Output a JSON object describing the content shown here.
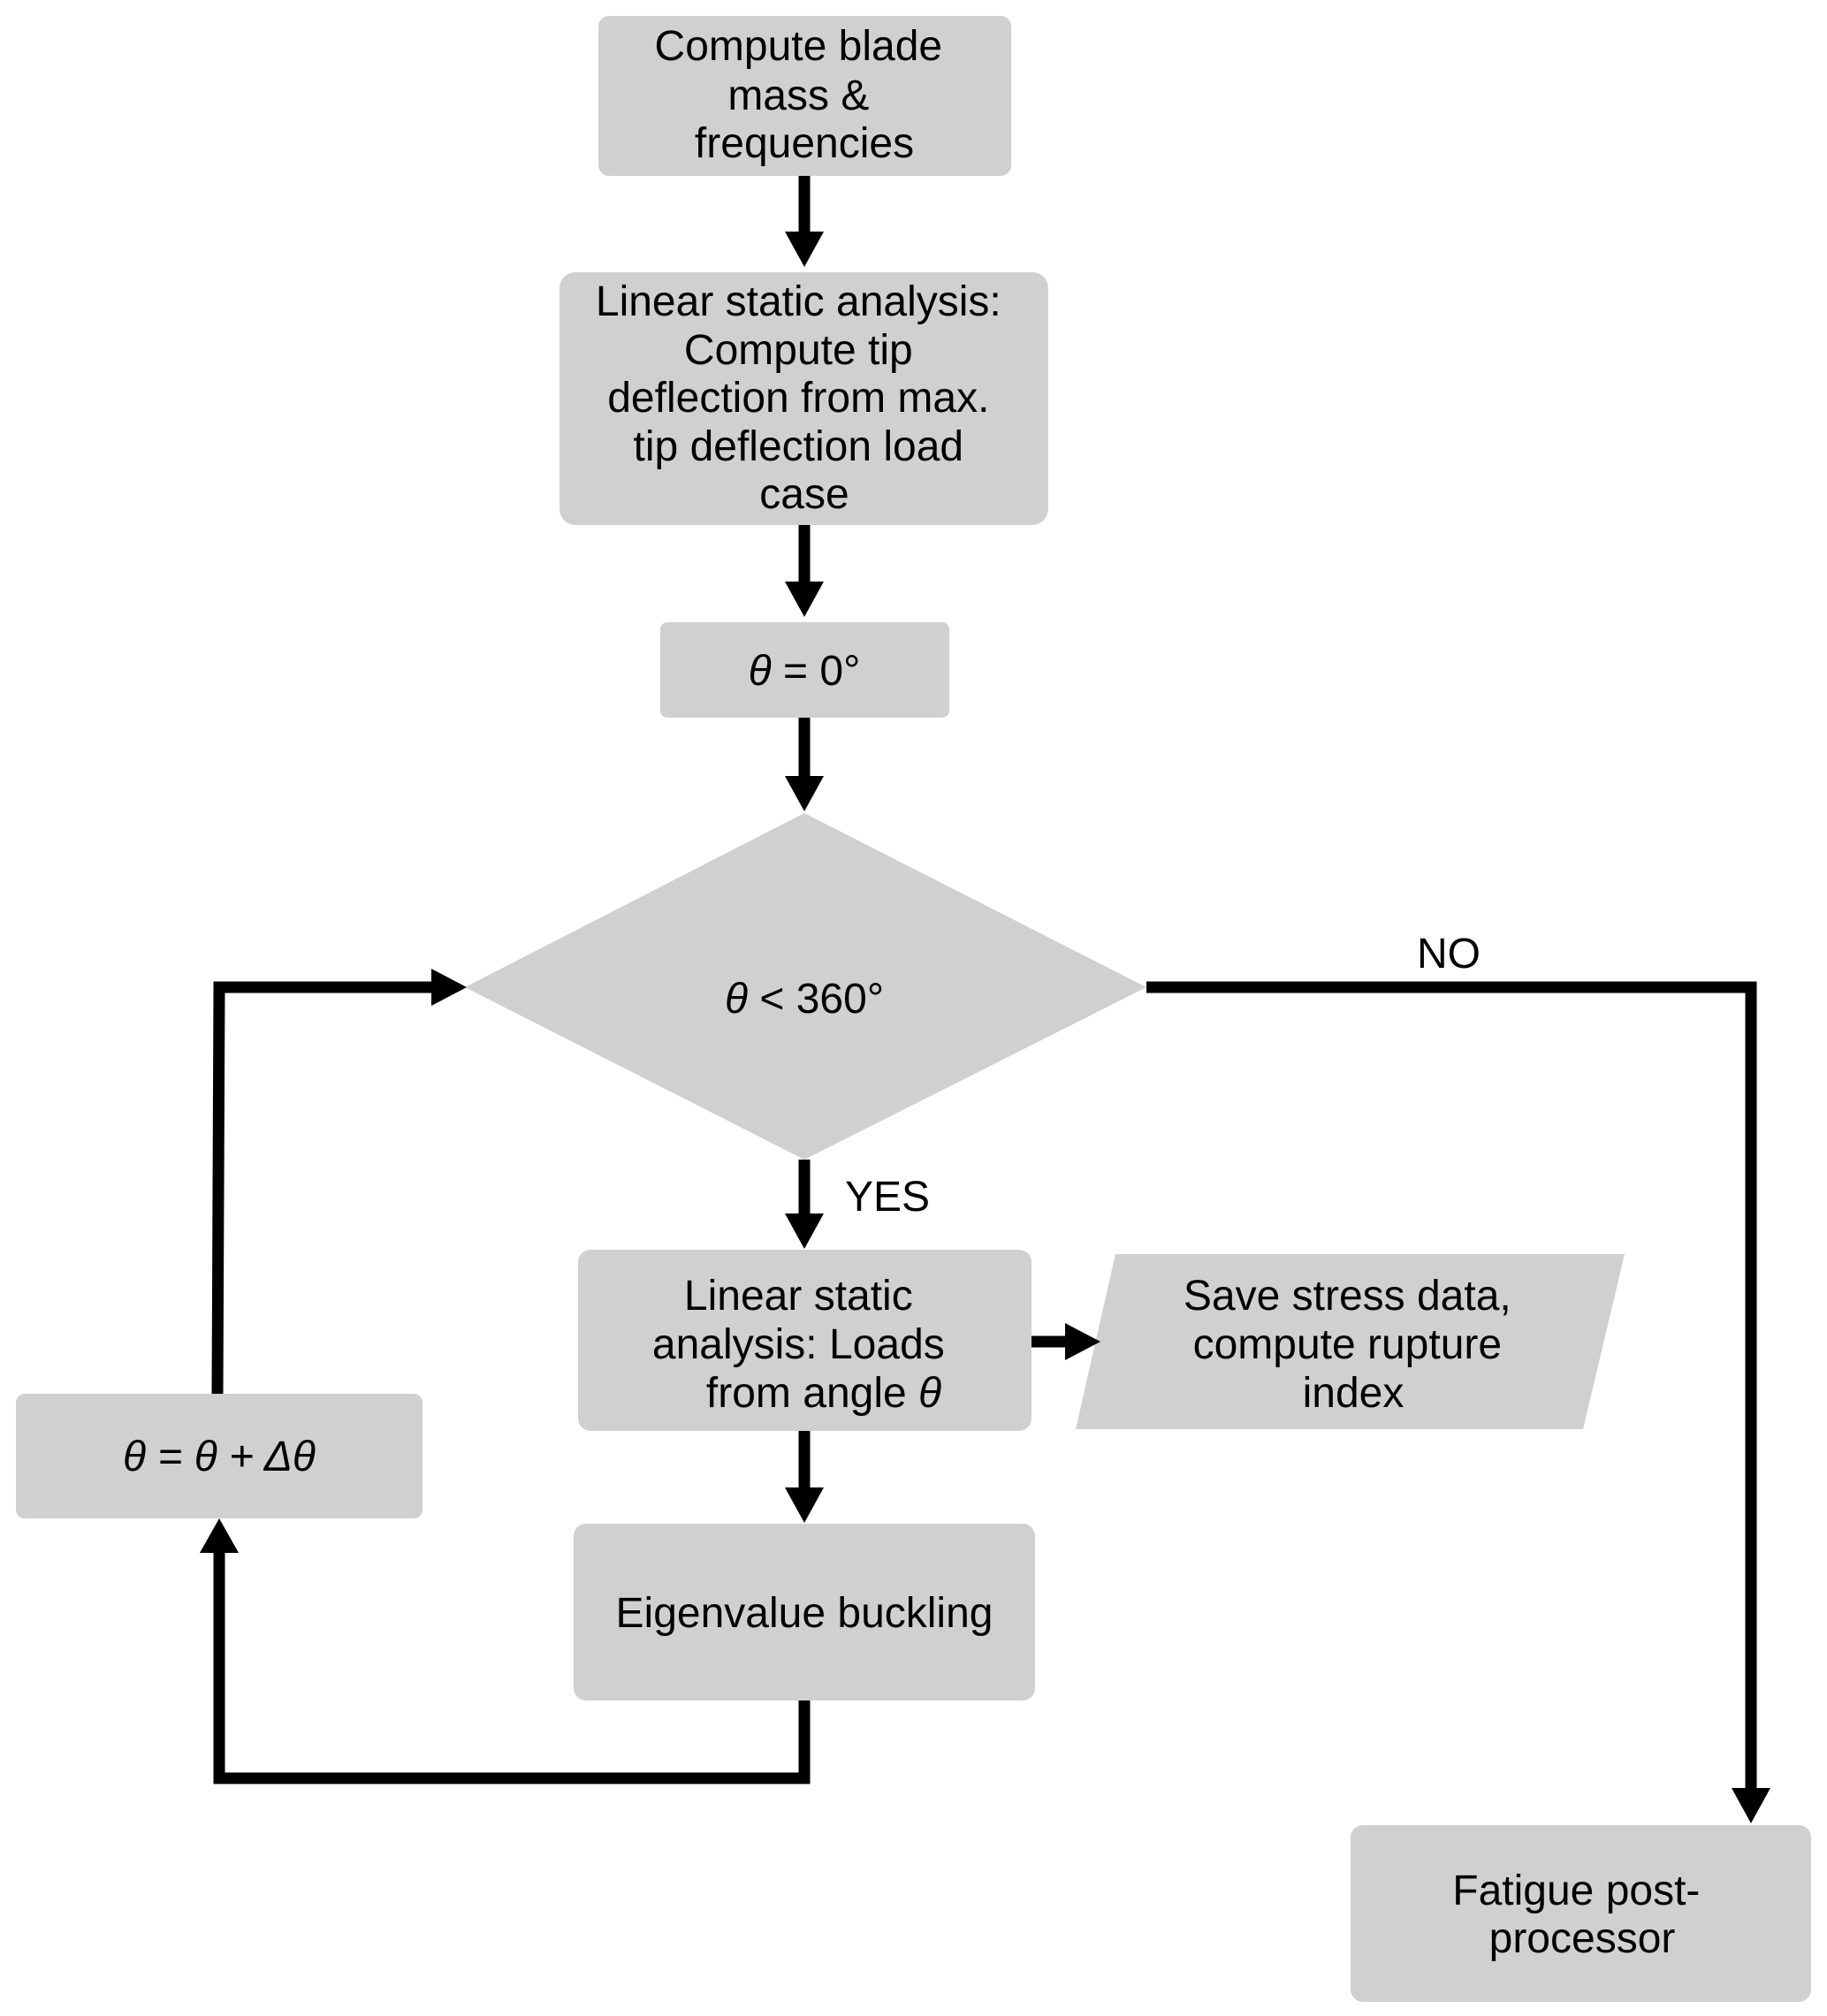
{
  "nodes": {
    "compute_mass": {
      "lines": [
        "Compute blade",
        "mass &",
        "frequencies"
      ]
    },
    "static_tip": {
      "lines": [
        "Linear static analysis:",
        "Compute tip",
        "deflection from max.",
        "tip deflection load",
        "case"
      ]
    },
    "theta_init": {
      "symbol": "θ",
      "text": " = 0°"
    },
    "decision": {
      "symbol": "θ",
      "text": " < 360°"
    },
    "static_loads": {
      "line1": "Linear static",
      "line2": "analysis: Loads",
      "line3_text": "from angle ",
      "line3_symbol": "θ"
    },
    "save_stress": {
      "lines": [
        "Save stress data,",
        "compute rupture",
        "index"
      ]
    },
    "buckling": {
      "text": "Eigenvalue buckling"
    },
    "increment": {
      "text": "θ = θ + Δθ"
    },
    "fatigue": {
      "lines": [
        "Fatigue post-",
        "processor"
      ]
    }
  },
  "edge_labels": {
    "no": "NO",
    "yes": "YES"
  }
}
